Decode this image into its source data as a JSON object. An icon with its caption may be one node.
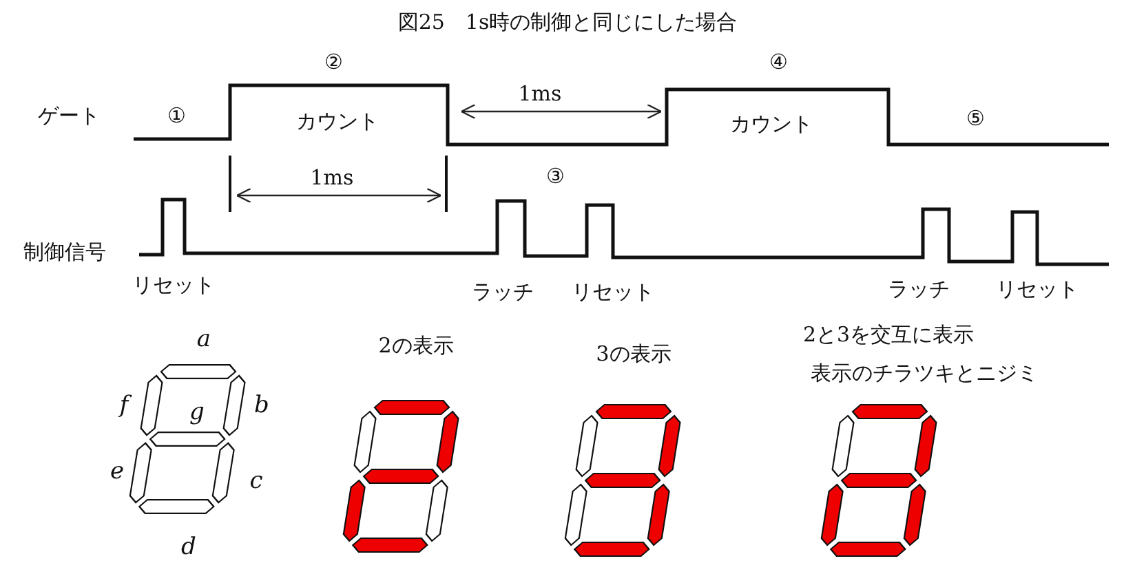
{
  "diagram": {
    "title": "図25　1s時の制御と同じにした場合",
    "labels": [
      "②",
      "④",
      "ゲート",
      "①",
      "カウント",
      "1ms",
      "カウント",
      "⑤",
      "1ms",
      "③",
      "制御信号",
      "リセット",
      "ラッチ",
      "リセット",
      "ラッチ",
      "リセット",
      "a",
      "f",
      "g",
      "b",
      "e",
      "c",
      "d",
      "2の表示",
      "3の表示",
      "2と3を交互に表示",
      "表示のチラツキとニジミ"
    ]
  }
}
